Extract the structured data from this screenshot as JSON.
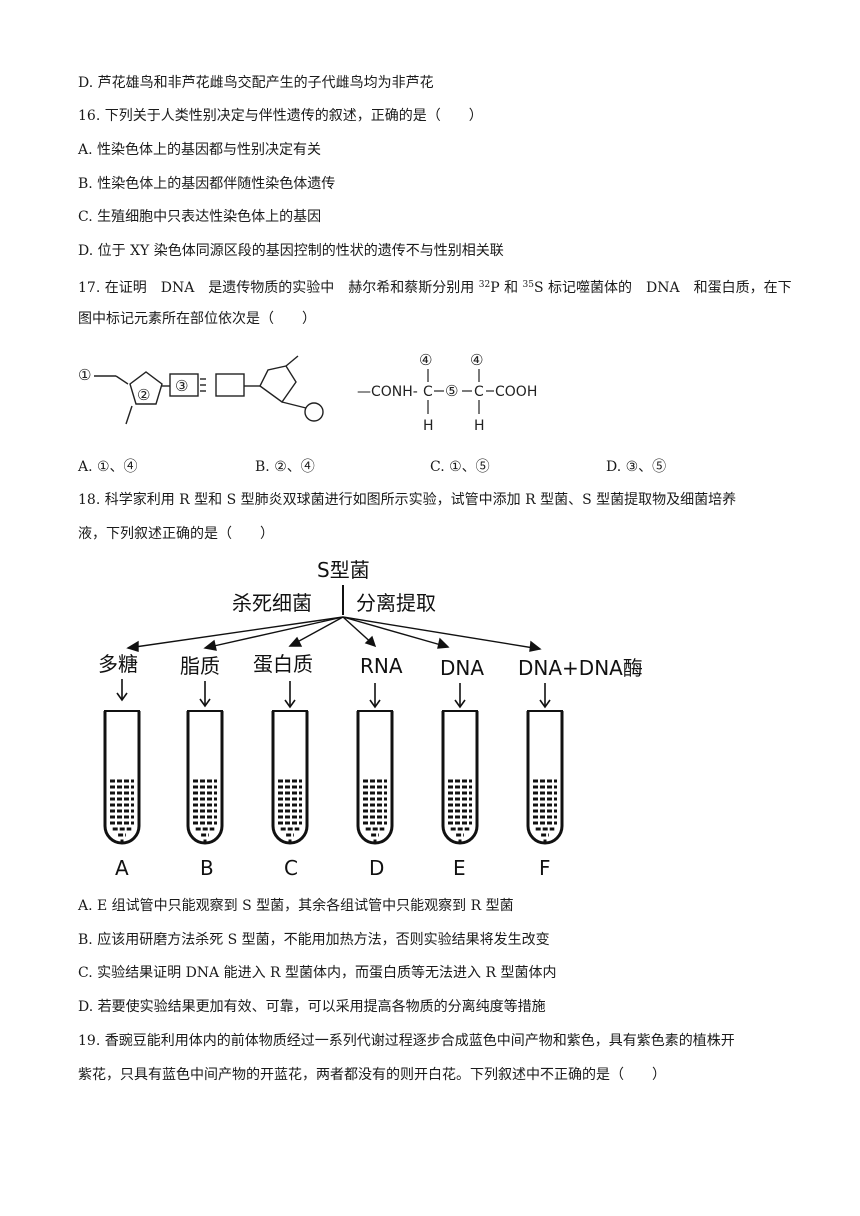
{
  "q15_option_d": "D. 芦花雄鸟和非芦花雌鸟交配产生的子代雌鸟均为非芦花",
  "q16": {
    "stem": "16. 下列关于人类性别决定与伴性遗传的叙述，正确的是（　　）",
    "options": [
      "A. 性染色体上的基因都与性别决定有关",
      "B. 性染色体上的基因都伴随性染色体遗传",
      "C. 生殖细胞中只表达性染色体上的基因",
      "D. 位于 XY 染色体同源区段的基因控制的性状的遗传不与性别相关联"
    ]
  },
  "q17": {
    "stem_part1": "17. 在证明　DNA　是遗传物质的实验中　赫尔希和蔡斯分别用 ",
    "sup_32": "32",
    "stem_part2": "P 和 ",
    "sup_35": "35",
    "stem_part3": "S 标记噬菌体的　DNA　和蛋白质，在下",
    "stem_line2": "图中标记元素所在部位依次是（　　）",
    "figure": {
      "label_1": "①",
      "label_2": "②",
      "label_3": "③",
      "label_4": "④",
      "label_5": "⑤",
      "formula_left": "—CONH-",
      "c_atom": "C",
      "h_atom": "H",
      "cooh": "COOH"
    },
    "options": [
      "A. ①、④",
      "B. ②、④",
      "C. ①、⑤",
      "D. ③、⑤"
    ]
  },
  "q18": {
    "stem_line1": "18. 科学家利用 R 型和 S 型肺炎双球菌进行如图所示实验，试管中添加 R 型菌、S 型菌提取物及细菌培养",
    "stem_line2": "液，下列叙述正确的是（　　）",
    "figure": {
      "top_label": "S型菌",
      "left_label": "杀死细菌",
      "right_label": "分离提取",
      "items": [
        "多糖",
        "脂质",
        "蛋白质",
        "RNA",
        "DNA",
        "DNA+DNA酶"
      ],
      "tubes": [
        "A",
        "B",
        "C",
        "D",
        "E",
        "F"
      ]
    },
    "options": [
      "A. E 组试管中只能观察到 S 型菌，其余各组试管中只能观察到 R 型菌",
      "B. 应该用研磨方法杀死 S 型菌，不能用加热方法，否则实验结果将发生改变",
      "C. 实验结果证明 DNA 能进入 R 型菌体内，而蛋白质等无法进入 R 型菌体内",
      "D. 若要使实验结果更加有效、可靠，可以采用提高各物质的分离纯度等措施"
    ]
  },
  "q19": {
    "stem_line1": "19. 香豌豆能利用体内的前体物质经过一系列代谢过程逐步合成蓝色中间产物和紫色，具有紫色素的植株开",
    "stem_line2": "紫花，只具有蓝色中间产物的开蓝花，两者都没有的则开白花。下列叙述中不正确的是（　　）"
  }
}
